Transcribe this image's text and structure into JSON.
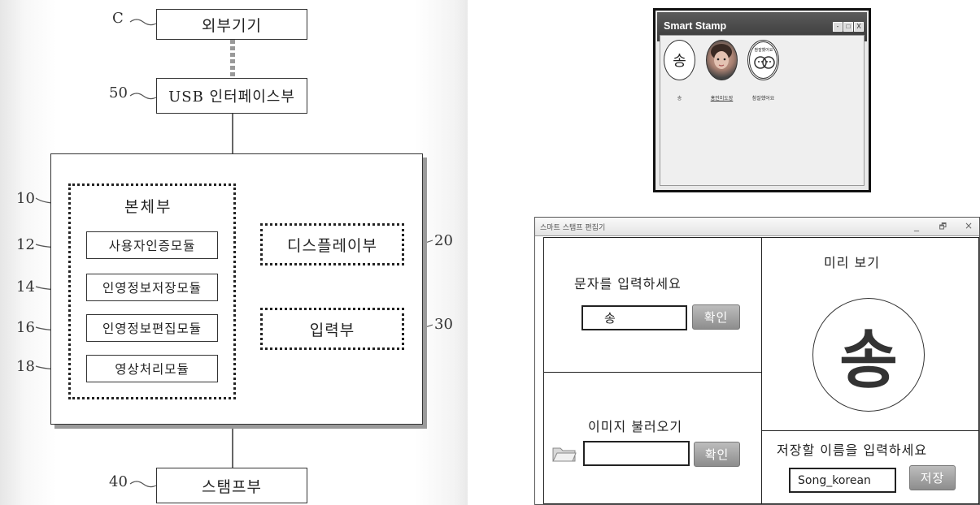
{
  "diagram": {
    "external_device": {
      "ref": "C",
      "label": "외부기기"
    },
    "usb_interface": {
      "ref": "50",
      "label": "USB 인터페이스부"
    },
    "body_unit": {
      "ref": "10",
      "label": "본체부"
    },
    "modules": [
      {
        "ref": "12",
        "label": "사용자인증모듈"
      },
      {
        "ref": "14",
        "label": "인영정보저장모듈"
      },
      {
        "ref": "16",
        "label": "인영정보편집모듈"
      },
      {
        "ref": "18",
        "label": "영상처리모듈"
      }
    ],
    "display_unit": {
      "ref": "20",
      "label": "디스플레이부"
    },
    "input_unit": {
      "ref": "30",
      "label": "입력부"
    },
    "stamp_unit": {
      "ref": "40",
      "label": "스탬프부"
    }
  },
  "smart_stamp_window": {
    "title": "Smart Stamp",
    "controls": [
      "-",
      "□",
      "X"
    ],
    "stamps": [
      {
        "glyph": "송",
        "caption": "송"
      },
      {
        "glyph": "",
        "caption": "홍인미도장"
      },
      {
        "glyph": "참잘했어요",
        "caption": "참잘했어요"
      }
    ]
  },
  "editor_window": {
    "title": "스마트 스탬프 편집기",
    "controls": [
      "_",
      "🗗",
      "×"
    ],
    "text_section": {
      "label": "문자를 입력하세요",
      "input_value": "송",
      "button": "확인"
    },
    "image_section": {
      "label": "이미지 불러오기",
      "icon": "folder-icon",
      "input_value": "",
      "button": "확인"
    },
    "preview_section": {
      "label": "미리 보기",
      "glyph": "송"
    },
    "save_section": {
      "label": "저장할 이름을 입력하세요",
      "input_value": "Song_korean",
      "button": "저장"
    }
  }
}
